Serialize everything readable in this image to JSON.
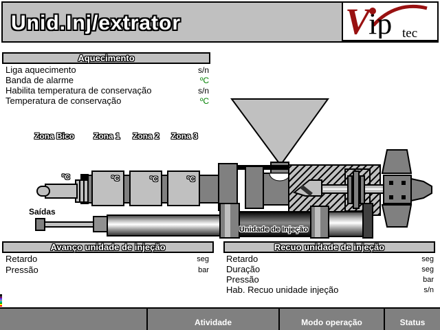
{
  "title": "Unid.Inj/extrator",
  "logo": {
    "v": "V",
    "ip": "ip",
    "tec": "tec"
  },
  "heating_panel": {
    "header": "Aquecimento",
    "rows": [
      {
        "label": "Liga aquecimento",
        "unit": "s/n"
      },
      {
        "label": "Banda de alarme",
        "unit": "ºC"
      },
      {
        "label": "Habilita temperatura de conservação",
        "unit": "s/n"
      },
      {
        "label": "Temperatura de conservação",
        "unit": "ºC"
      }
    ]
  },
  "zones": [
    {
      "label": "Zona Bico"
    },
    {
      "label": "Zona 1"
    },
    {
      "label": "Zona 2"
    },
    {
      "label": "Zona 3"
    }
  ],
  "machine": {
    "temp_labels": [
      "ºC",
      "ºC",
      "ºC",
      "ºC"
    ],
    "unit_label": "Unidade de Injeção",
    "outputs_label": "Saídas"
  },
  "advance_panel": {
    "header": "Avanço unidade de injeção",
    "rows": [
      {
        "label": "Retardo",
        "unit": "seg"
      },
      {
        "label": "Pressão",
        "unit": "bar"
      }
    ]
  },
  "retract_panel": {
    "header": "Recuo unidade de injeção",
    "rows": [
      {
        "label": "Retardo",
        "unit": "seg"
      },
      {
        "label": "Duração",
        "unit": "seg"
      },
      {
        "label": "Pressão",
        "unit": "bar"
      },
      {
        "label": "Hab. Recuo unidade injeção",
        "unit": "s/n"
      }
    ]
  },
  "status_bar": {
    "cells": [
      {
        "label": ""
      },
      {
        "label": "Atividade"
      },
      {
        "label": "Modo operação"
      },
      {
        "label": "Status"
      }
    ]
  },
  "colors": {
    "unit_green": "#008000",
    "logo_red": "#991111",
    "panel_gray": "#c0c0c0",
    "machine_gray": "#808080",
    "status_gray": "#808080"
  }
}
